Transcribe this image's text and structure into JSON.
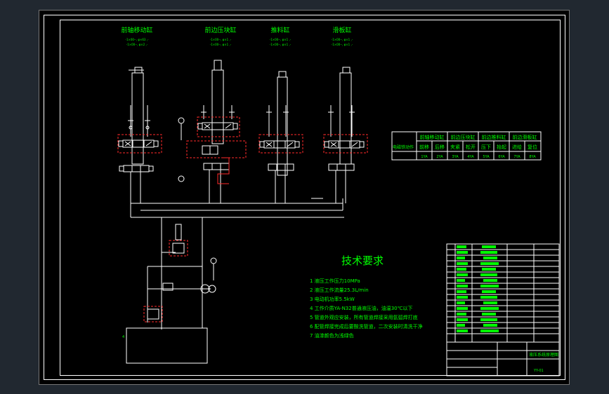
{
  "colors": {
    "line": "#ffffff",
    "text": "#00ff00",
    "dashed": "#ff2a2a",
    "frame": "#ffffff",
    "bg": "#000000"
  },
  "cylinders": [
    {
      "title": "前轴移动缸",
      "sub1": "-1×00--,  φ×63 ,-",
      "sub2": "-1×00--,  φ×2 ,-"
    },
    {
      "title": "前边压块缸",
      "sub1": "-1×00--,  φ×1 ,-",
      "sub2": "-1×00--,  φ×1 ,-"
    },
    {
      "title": "推料缸",
      "sub1": "-1×00--,  φ×1 ,-",
      "sub2": "-1×00--,  φ×1 ,-"
    },
    {
      "title": "滑板缸",
      "sub1": "-1×00--,  φ×1 ,-",
      "sub2": "-1×00--,  φ×1 ,-"
    }
  ],
  "action_table": {
    "row_header": "电磁铁动作",
    "header_top": [
      "前轴移动缸",
      "前边压块缸",
      "前边推料缸",
      "前边滑板缸"
    ],
    "header_sub": [
      "前移",
      "后移",
      "夹紧",
      "松开",
      "压下",
      "抬起",
      "进给",
      "复位"
    ],
    "values": [
      "1YA",
      "2YA",
      "3YA",
      "4YA",
      "5YA",
      "6YA",
      "7YA",
      "8YA"
    ]
  },
  "tech_req": {
    "title": "技术要求",
    "lines": [
      "1 液压工作压力10MPa",
      "2 液压工作流量25.3L/min",
      "3 电动机功率5.5kW",
      "4 工作介质YA-N32普通液压油，油温30℃以下",
      "5 管道外观应安装，所有管道焊接采用氩弧焊打底",
      "6 配管焊接完成后要酸洗管道，二次安装时清洗干净",
      "7 油漆颜色为浅绿色"
    ]
  },
  "pump_label": "4",
  "title_block": {
    "drawing_name": "液压系统原理图",
    "drawing_no": "YY-01"
  }
}
